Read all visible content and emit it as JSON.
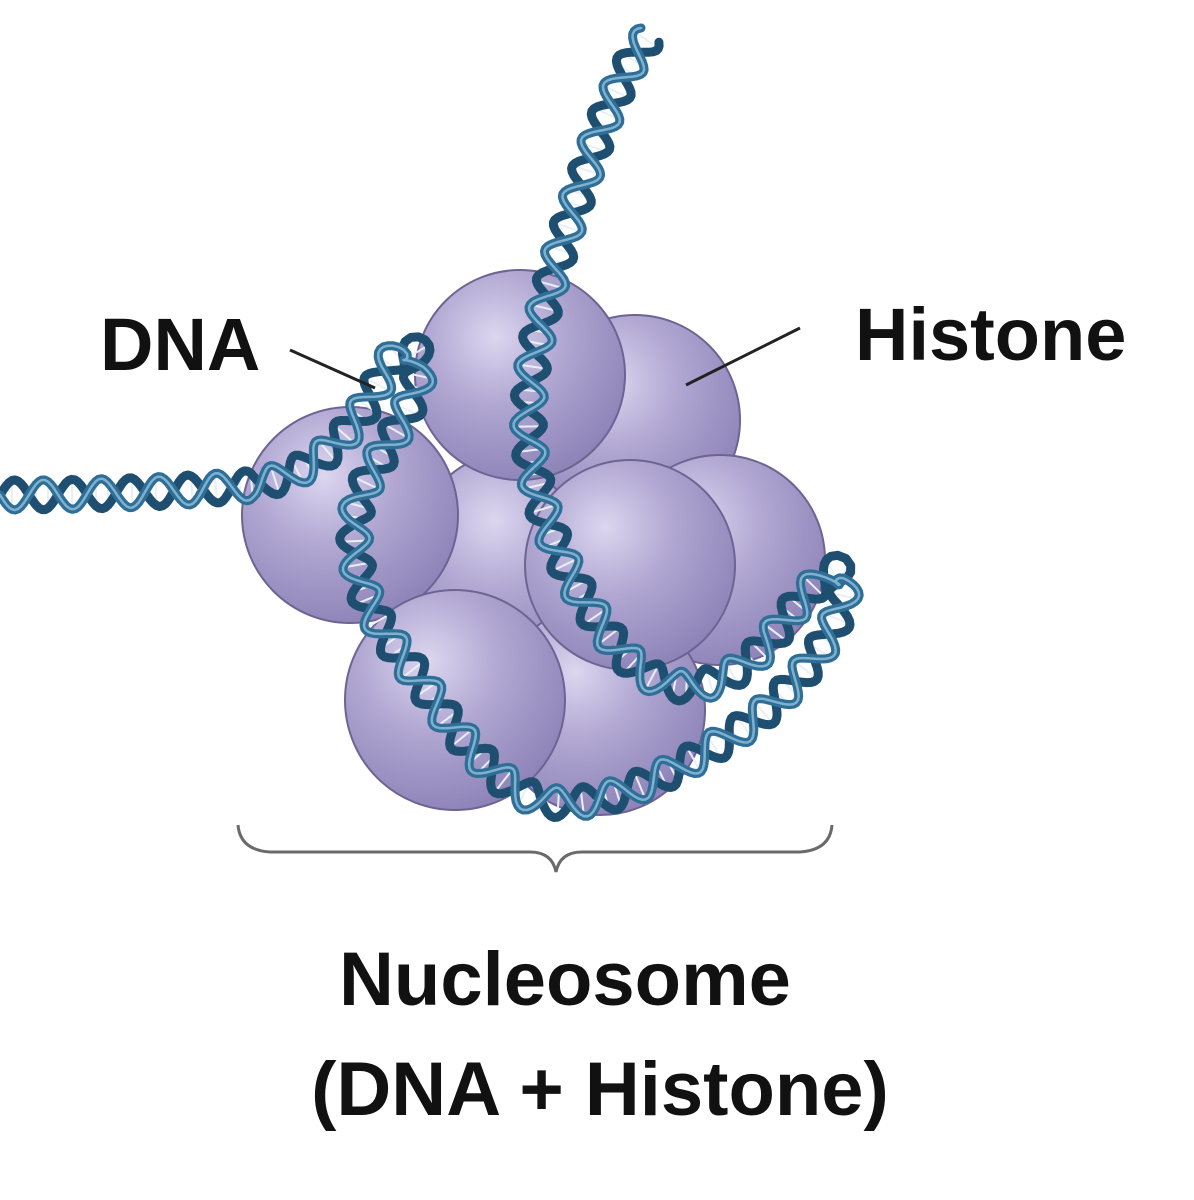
{
  "labels": {
    "dna": "DNA",
    "histone": "Histone"
  },
  "caption": {
    "title": "Nucleosome",
    "subtitle": "(DNA + Histone)"
  },
  "colors": {
    "dna_strand": "#2f6f97",
    "dna_strand_dark": "#1f4f70",
    "histone_fill": "#a79cc9",
    "histone_highlight": "#d8d2ec",
    "histone_outline": "#6e6494",
    "leader_line": "#222222",
    "brace": "#6a6a6a",
    "text": "#111111"
  }
}
